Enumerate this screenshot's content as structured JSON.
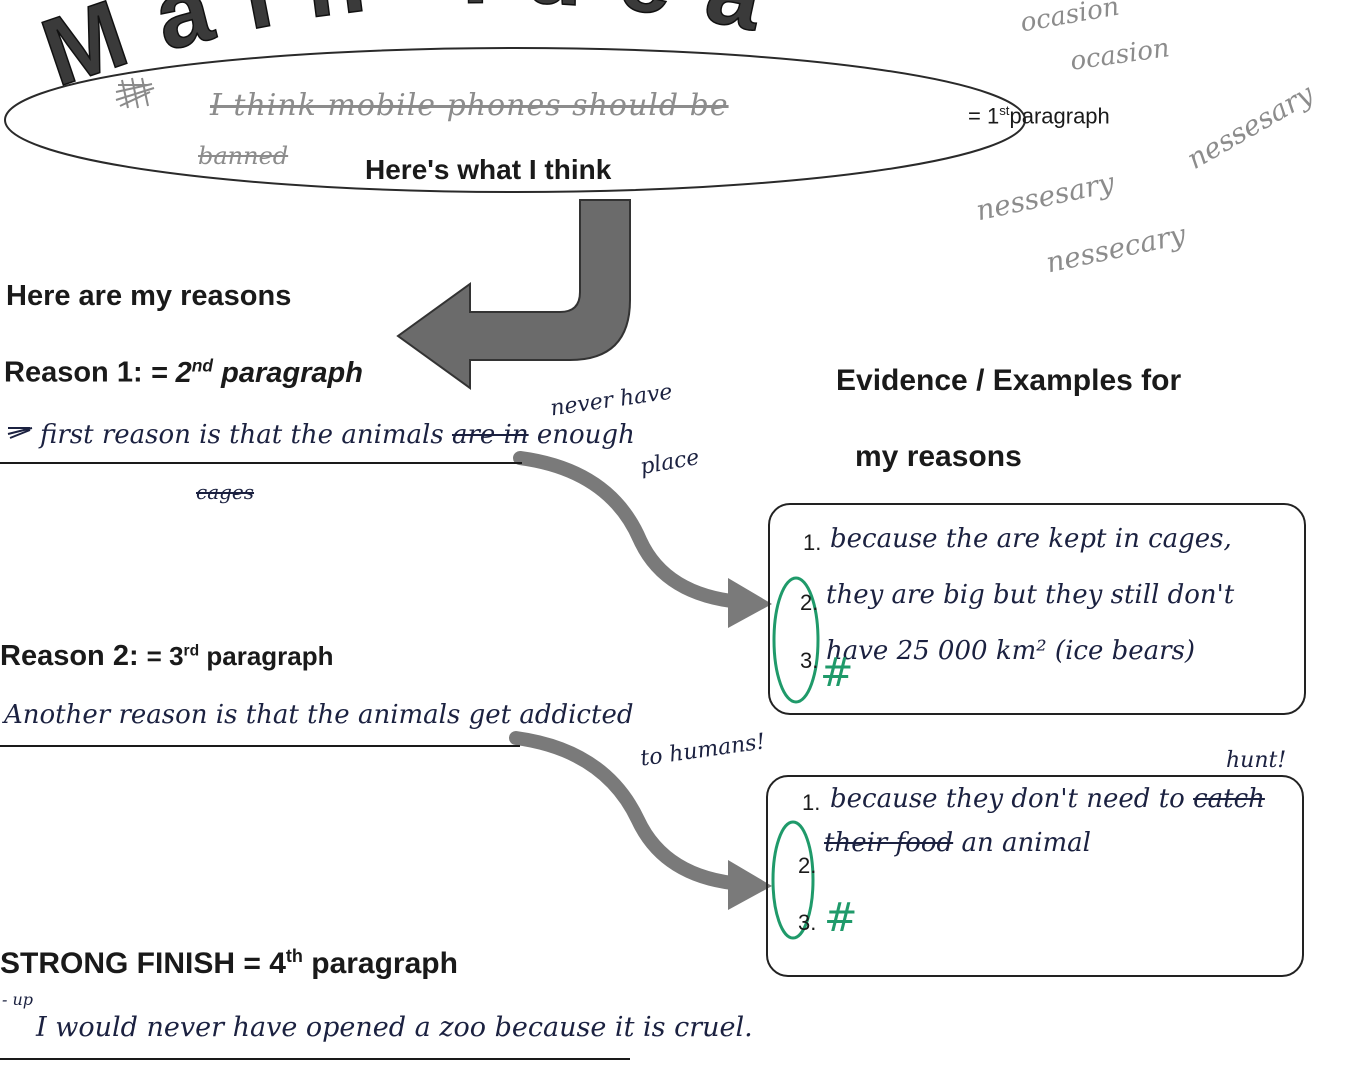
{
  "main_idea": {
    "arc_title": "Main Idea",
    "pencil_text_line1": "I think mobile phones should be",
    "pencil_text_line2": "banned",
    "label": "Here's what I think",
    "paragraph_note_prefix": "= 1",
    "paragraph_note_sup": "st",
    "paragraph_note_suffix": "paragraph"
  },
  "spelling_practice": [
    "ocasion",
    "ocasion",
    "nessesary",
    "nessesary",
    "nessecary"
  ],
  "reasons": {
    "heading": "Here are my reasons",
    "reason1": {
      "label": "Reason 1:",
      "note_prefix": "= 2",
      "note_sup": "nd",
      "note_suffix": " paragraph",
      "handwriting": "first reason is that the animals",
      "handwriting_struck": "are in",
      "insert_above": "never have",
      "insert_after": "enough",
      "insert_below": "place",
      "crossed_word": "cages"
    },
    "reason2": {
      "label": "Reason 2:",
      "note_prefix": "= 3",
      "note_sup": "rd",
      "note_suffix": " paragraph",
      "handwriting": "Another reason is that the animals get addicted",
      "handwriting_line2": "to humans!"
    }
  },
  "evidence": {
    "heading_line1": "Evidence / Examples for",
    "heading_line2": "my reasons",
    "box1": {
      "num1": "1.",
      "text1": "because the are kept in cages,",
      "text2": "they are big but they still don't",
      "text3": "have 25 000 km² (ice bears)",
      "num2": "2.",
      "num3": "3.",
      "mark": "#"
    },
    "box2": {
      "above": "hunt!",
      "num1": "1.",
      "text1": "because they don't need to",
      "text1_struck": "catch",
      "text2_struck": "their food",
      "text2": "an animal",
      "num2": "2.",
      "num3": "3.",
      "mark": "#"
    }
  },
  "strong_finish": {
    "label": "STRONG FINISH",
    "note_prefix": "= 4",
    "note_sup": "th",
    "note_suffix": " paragraph",
    "margin_note": "- up",
    "handwriting": "I would never have opened a zoo because it is cruel."
  }
}
